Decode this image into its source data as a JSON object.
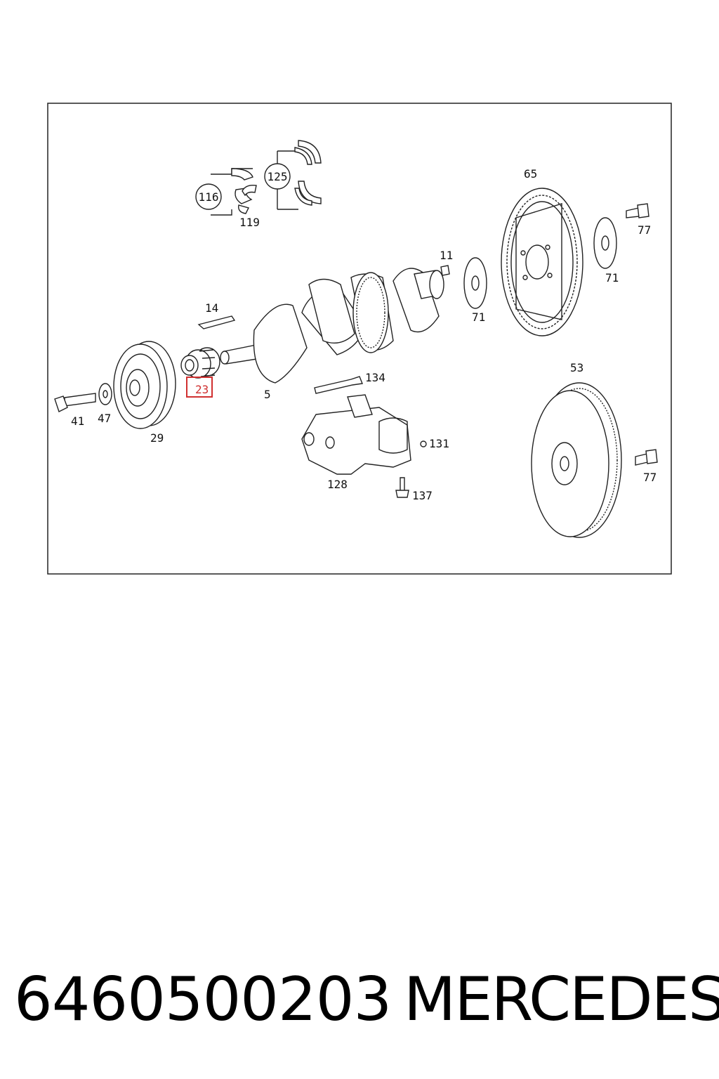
{
  "callouts": {
    "c116": "116",
    "c125": "125",
    "c119": "119",
    "c65": "65",
    "c77a": "77",
    "c11": "11",
    "c71a": "71",
    "c71b": "71",
    "c14": "14",
    "c134": "134",
    "c5": "5",
    "c23": "23",
    "c53": "53",
    "c41": "41",
    "c47": "47",
    "c29": "29",
    "c131": "131",
    "c77b": "77",
    "c128": "128",
    "c137": "137"
  },
  "highlight_color": "#d03030",
  "highlighted_part": "23",
  "footer": {
    "part_number": "6460500203",
    "brand": "MERCEDES"
  }
}
